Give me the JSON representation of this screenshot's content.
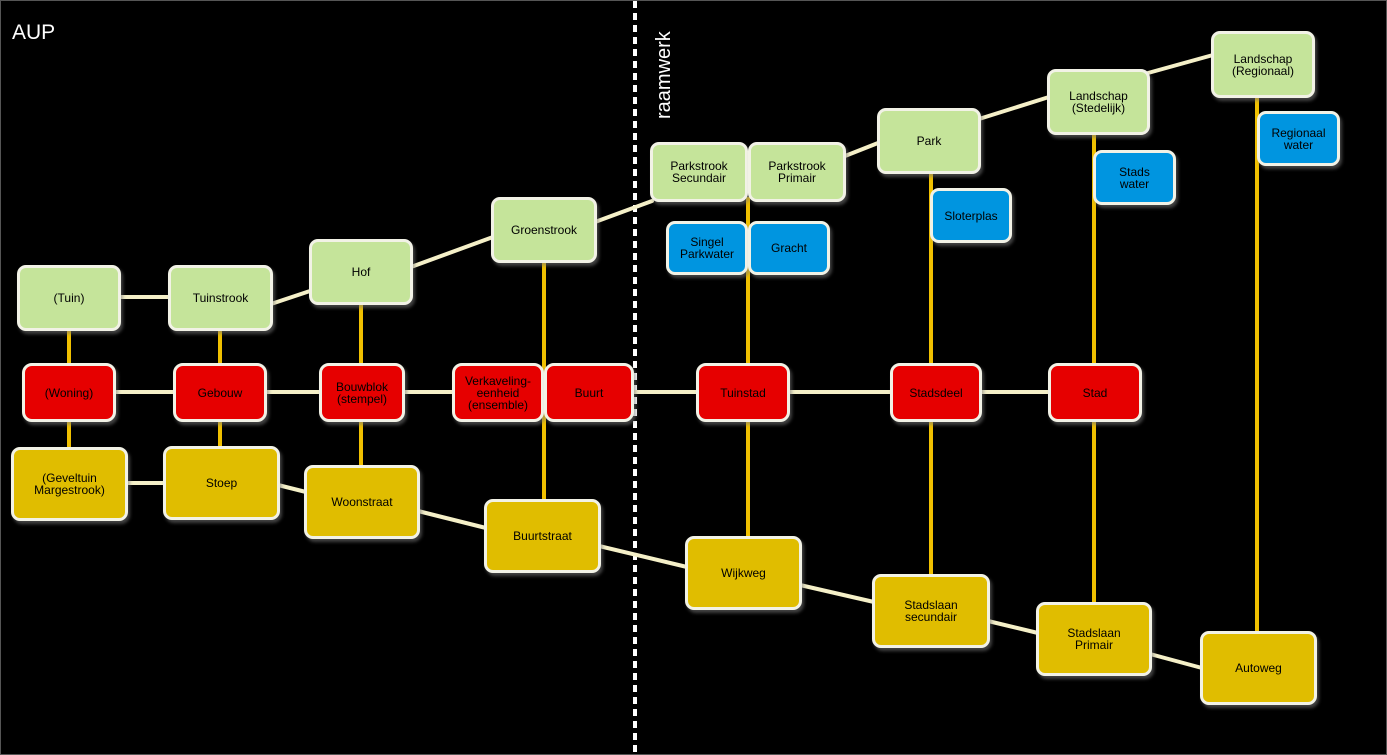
{
  "title": "AUP",
  "divider_label": "raamwerk",
  "colors": {
    "background": "#000000",
    "green": "#c5e49a",
    "red": "#e60000",
    "yellow": "#e0bd00",
    "blue": "#0095e0",
    "white_line": "#f5f0c8",
    "yellow_line": "#f0c000"
  },
  "nodes": {
    "tuin": "(Tuin)",
    "tuinstrook": "Tuinstrook",
    "hof": "Hof",
    "groenstrook": "Groenstrook",
    "parkstrook_secundair": "Parkstrook\nSecundair",
    "parkstrook_primair": "Parkstrook\nPrimair",
    "park": "Park",
    "landschap_stedelijk": "Landschap\n(Stedelijk)",
    "landschap_regionaal": "Landschap\n(Regionaal)",
    "singel_parkwater": "Singel\nParkwater",
    "gracht": "Gracht",
    "sloterplas": "Sloterplas",
    "stads_water": "Stads\nwater",
    "regionaal_water": "Regionaal\nwater",
    "woning": "(Woning)",
    "gebouw": "Gebouw",
    "bouwblok": "Bouwblok\n(stempel)",
    "verkaveling": "Verkaveling-\neenheid\n(ensemble)",
    "buurt": "Buurt",
    "tuinstad": "Tuinstad",
    "stadsdeel": "Stadsdeel",
    "stad": "Stad",
    "geveltuin": "(Geveltuin\nMargestrook)",
    "stoep": "Stoep",
    "woonstraat": "Woonstraat",
    "buurtstraat": "Buurtstraat",
    "wijkweg": "Wijkweg",
    "stadslaan_secundair": "Stadslaan\nsecundair",
    "stadslaan_primair": "Stadslaan\nPrimair",
    "autoweg": "Autoweg"
  }
}
